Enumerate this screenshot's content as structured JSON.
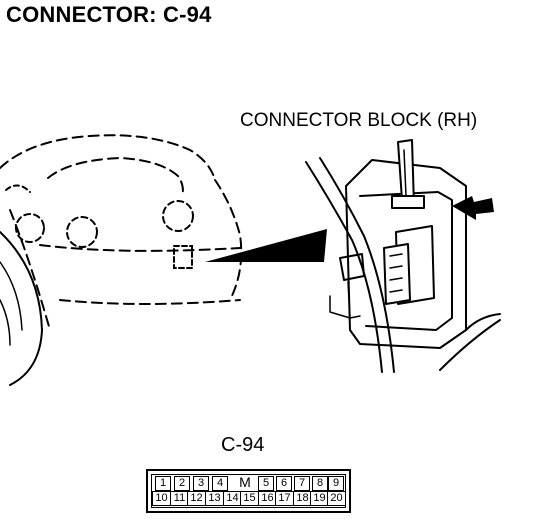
{
  "title": "CONNECTOR: C-94",
  "callout": "CONNECTOR BLOCK (RH)",
  "connector_label": "C-94",
  "pinout": {
    "top_row": [
      "1",
      "2",
      "3",
      "4",
      "5",
      "6",
      "7",
      "8",
      "9"
    ],
    "key_glyph": "M",
    "bottom_row": [
      "10",
      "11",
      "12",
      "13",
      "14",
      "15",
      "16",
      "17",
      "18",
      "19",
      "20"
    ]
  }
}
